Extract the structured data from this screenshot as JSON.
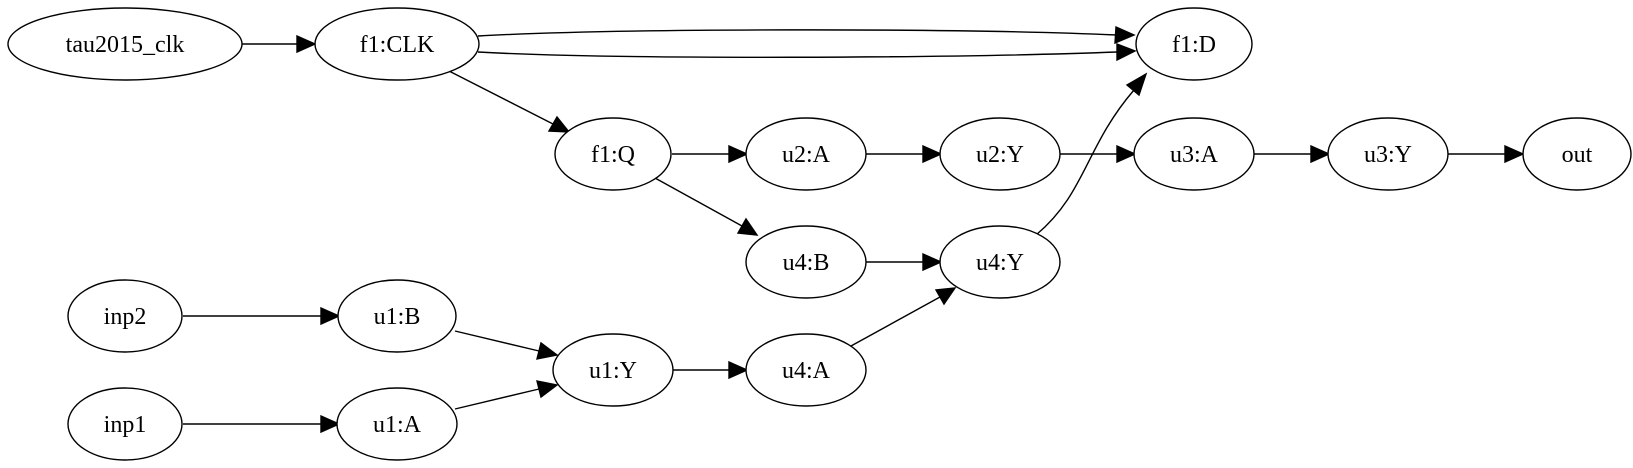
{
  "graph": {
    "nodes": [
      {
        "id": "tau2015_clk",
        "label": "tau2015_clk"
      },
      {
        "id": "f1_CLK",
        "label": "f1:CLK"
      },
      {
        "id": "f1_D",
        "label": "f1:D"
      },
      {
        "id": "f1_Q",
        "label": "f1:Q"
      },
      {
        "id": "u2_A",
        "label": "u2:A"
      },
      {
        "id": "u2_Y",
        "label": "u2:Y"
      },
      {
        "id": "u3_A",
        "label": "u3:A"
      },
      {
        "id": "u3_Y",
        "label": "u3:Y"
      },
      {
        "id": "out",
        "label": "out"
      },
      {
        "id": "u4_B",
        "label": "u4:B"
      },
      {
        "id": "u4_Y",
        "label": "u4:Y"
      },
      {
        "id": "inp2",
        "label": "inp2"
      },
      {
        "id": "u1_B",
        "label": "u1:B"
      },
      {
        "id": "u1_Y",
        "label": "u1:Y"
      },
      {
        "id": "u4_A",
        "label": "u4:A"
      },
      {
        "id": "inp1",
        "label": "inp1"
      },
      {
        "id": "u1_A",
        "label": "u1:A"
      }
    ],
    "edges": [
      {
        "from": "tau2015_clk",
        "to": "f1_CLK"
      },
      {
        "from": "f1_CLK",
        "to": "f1_D"
      },
      {
        "from": "f1_CLK",
        "to": "f1_D"
      },
      {
        "from": "f1_CLK",
        "to": "f1_Q"
      },
      {
        "from": "f1_Q",
        "to": "u2_A"
      },
      {
        "from": "u2_A",
        "to": "u2_Y"
      },
      {
        "from": "u2_Y",
        "to": "u3_A"
      },
      {
        "from": "u3_A",
        "to": "u3_Y"
      },
      {
        "from": "u3_Y",
        "to": "out"
      },
      {
        "from": "f1_Q",
        "to": "u4_B"
      },
      {
        "from": "u4_B",
        "to": "u4_Y"
      },
      {
        "from": "u4_Y",
        "to": "f1_D"
      },
      {
        "from": "inp2",
        "to": "u1_B"
      },
      {
        "from": "u1_B",
        "to": "u1_Y"
      },
      {
        "from": "inp1",
        "to": "u1_A"
      },
      {
        "from": "u1_A",
        "to": "u1_Y"
      },
      {
        "from": "u1_Y",
        "to": "u4_A"
      },
      {
        "from": "u4_A",
        "to": "u4_Y"
      }
    ]
  }
}
